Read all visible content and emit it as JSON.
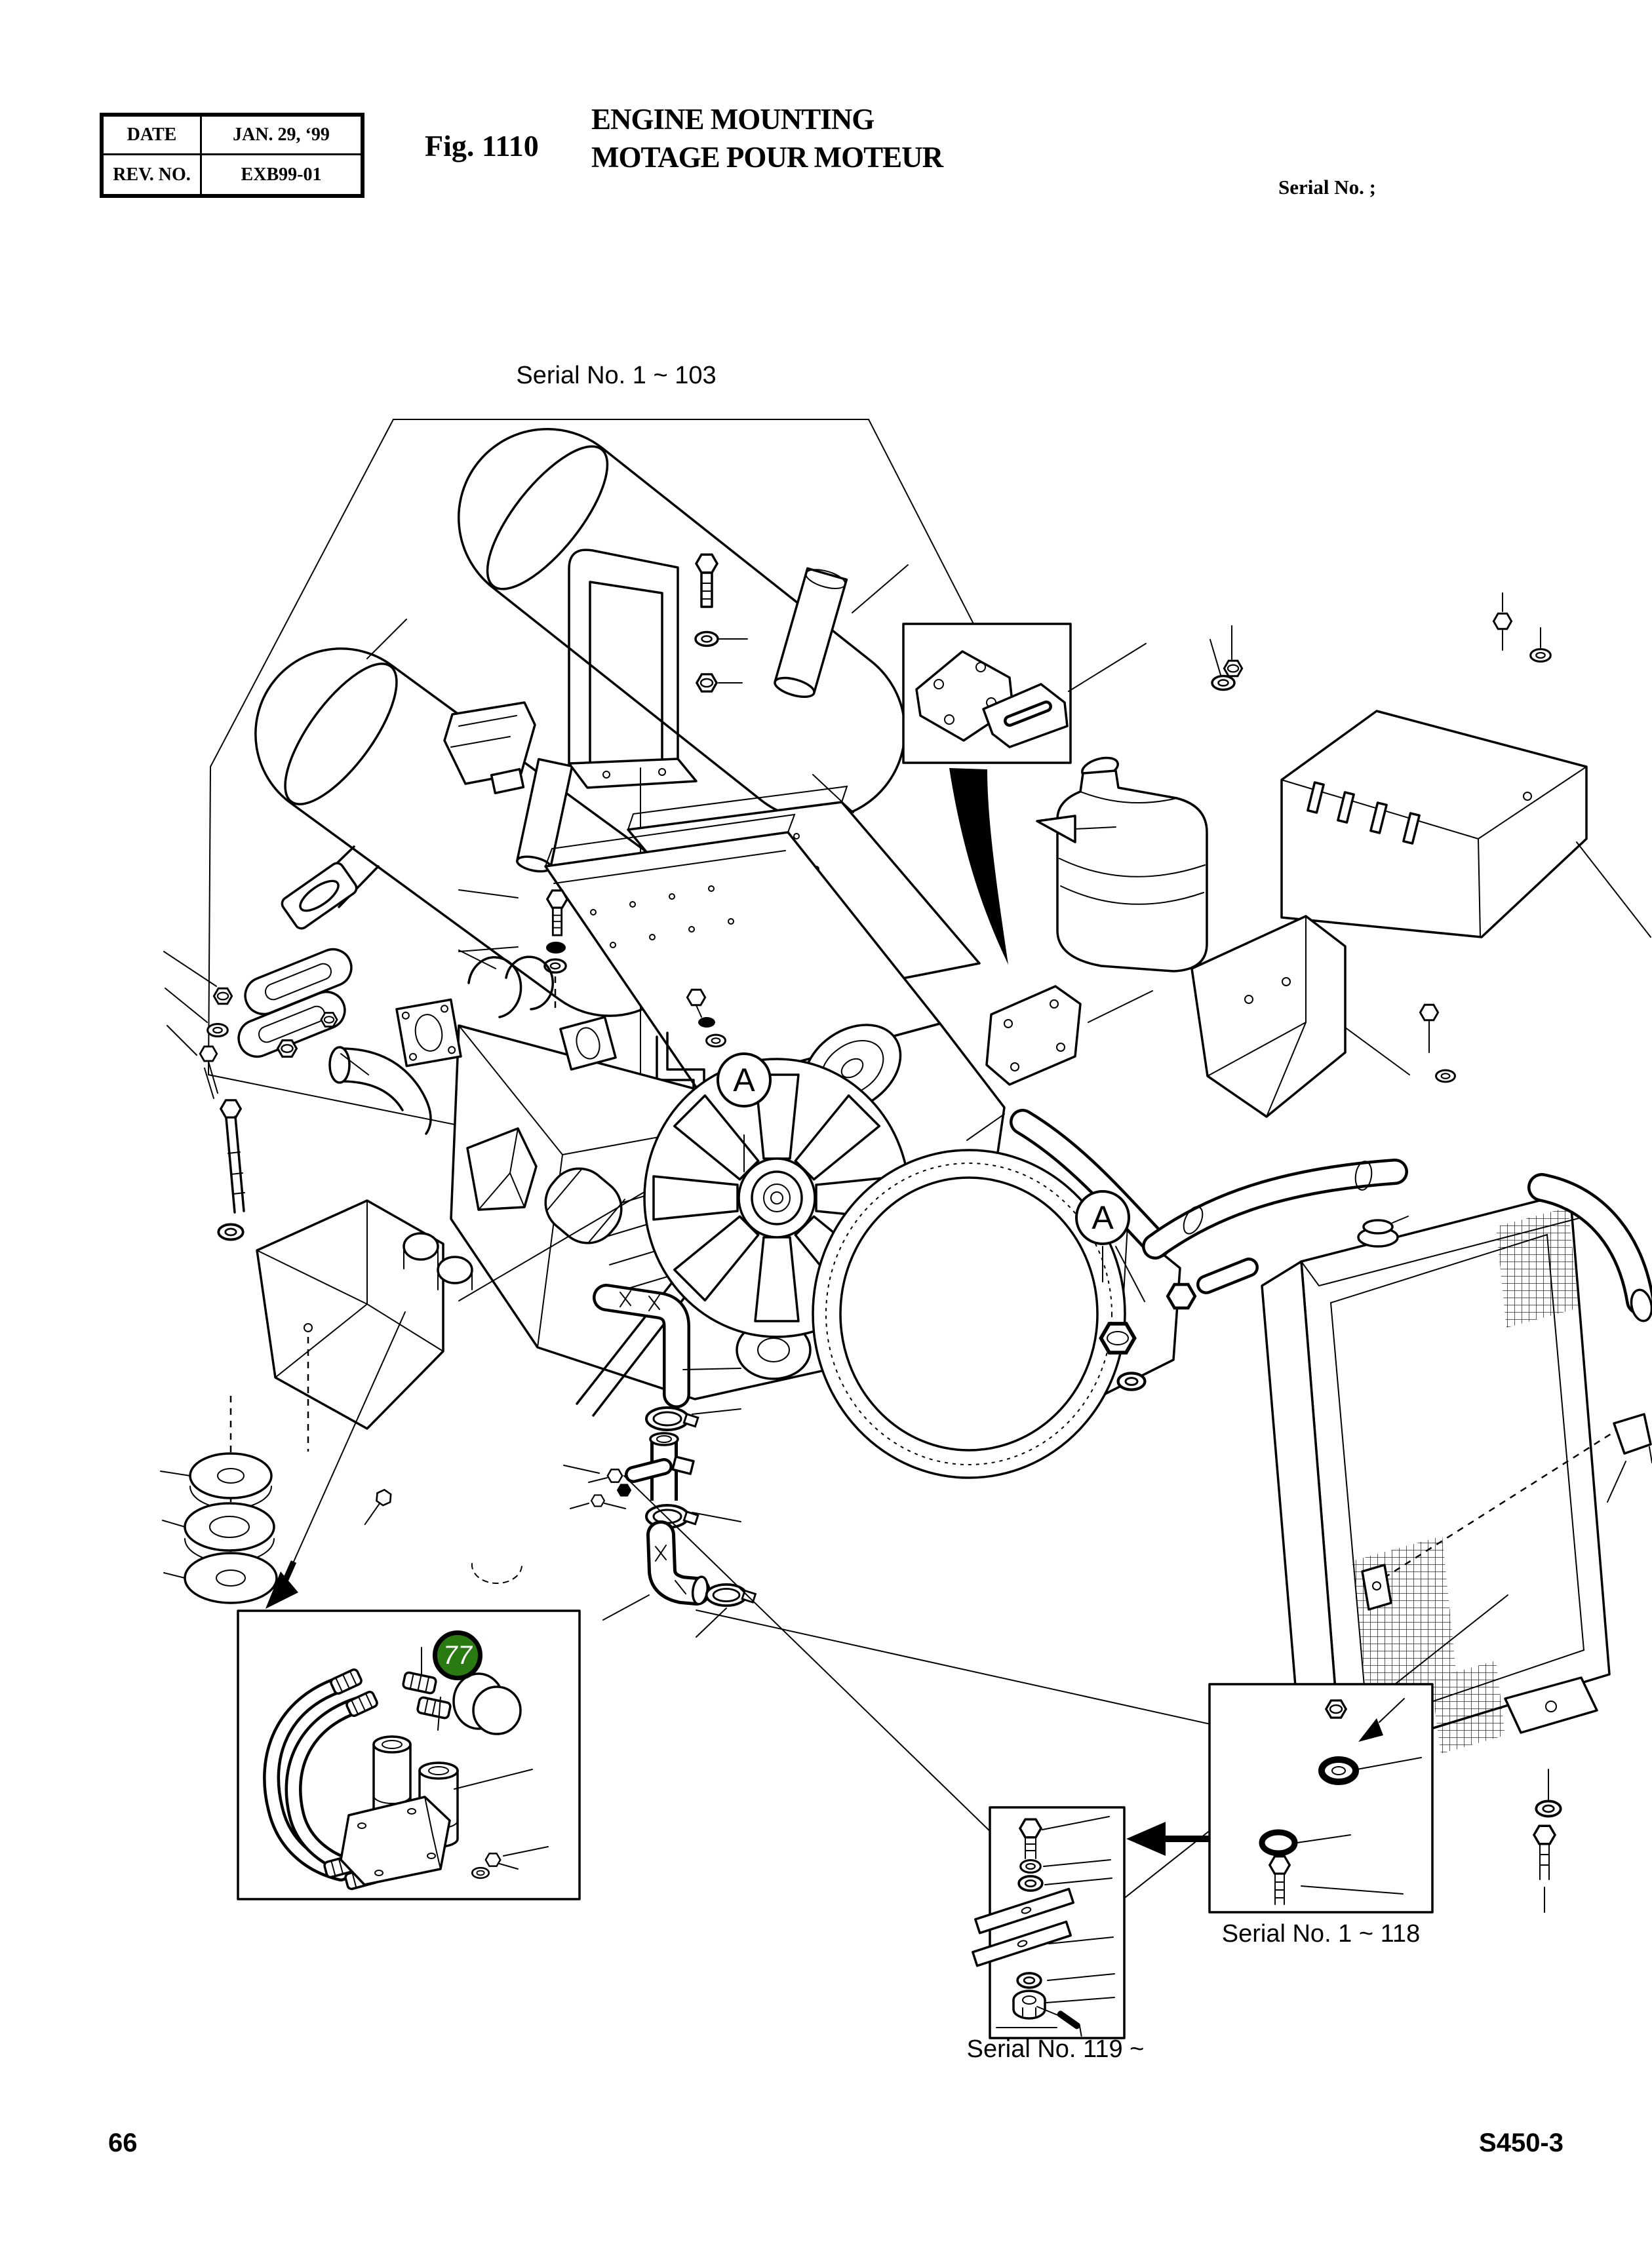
{
  "header": {
    "date_label": "DATE",
    "date_value": "JAN. 29, ‘99",
    "rev_label": "REV. NO.",
    "rev_value": "EXB99-01",
    "fig_label": "Fig. 1110",
    "title_en": "ENGINE MOUNTING",
    "title_fr": "MOTAGE POUR MOTEUR",
    "serial_note": "Serial No. ;"
  },
  "callouts": {
    "serial_top": "Serial No. 1 ~ 103",
    "serial_right": "Serial No. 1 ~ 118",
    "serial_bottom": "Serial No. 119 ~",
    "detail_badge": "77",
    "view_marker": "A"
  },
  "footer": {
    "page_number": "66",
    "doc_code": "S450-3"
  },
  "colors": {
    "badge_green": "#2a7a12",
    "line": "#000000",
    "paper": "#ffffff"
  }
}
